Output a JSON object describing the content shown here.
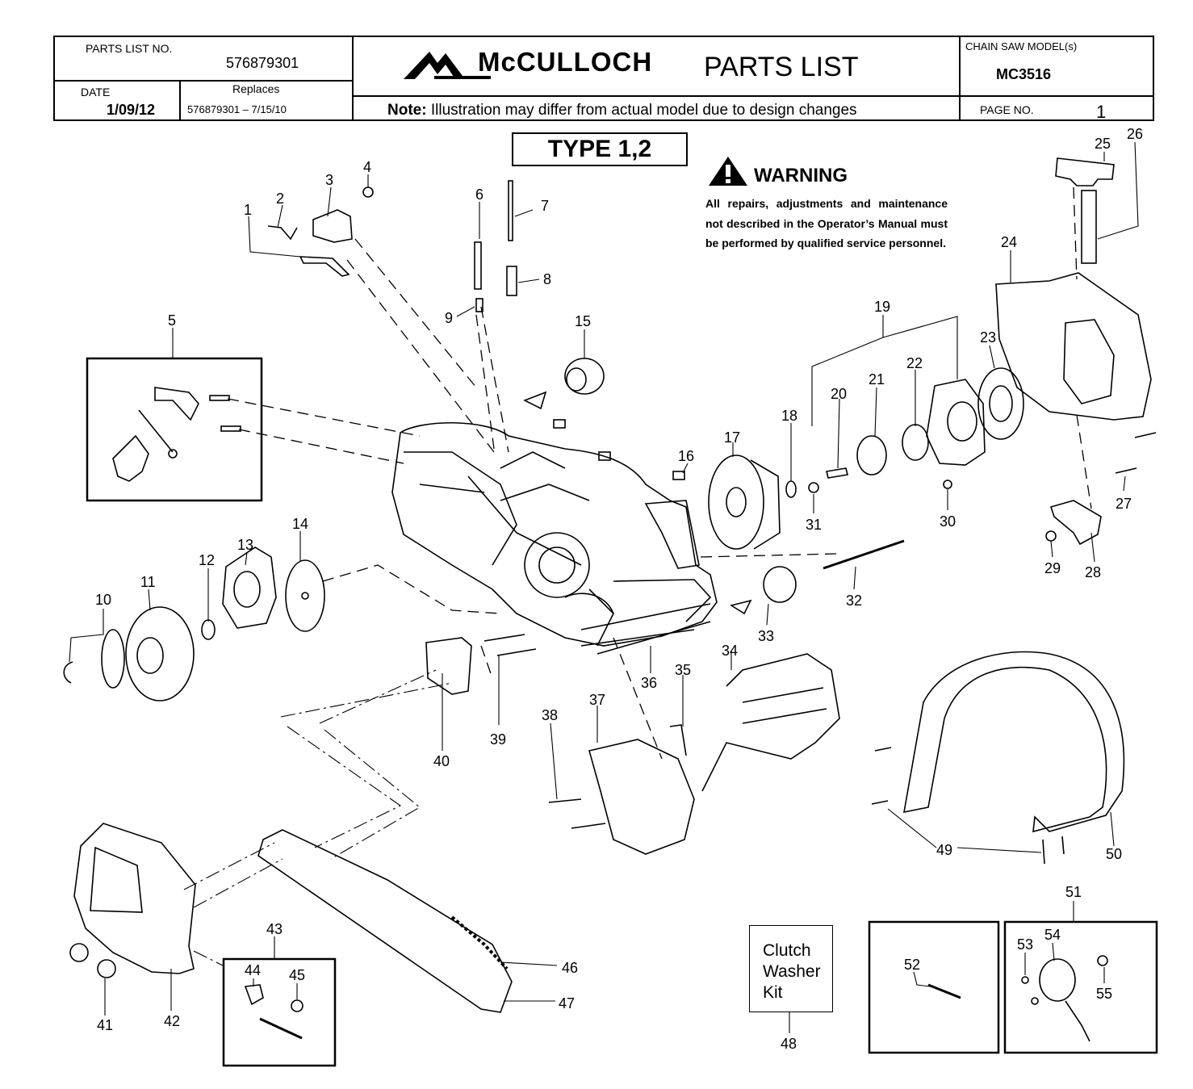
{
  "header": {
    "parts_list_no_label": "PARTS LIST NO.",
    "parts_list_no": "576879301",
    "date_label": "DATE",
    "date": "1/09/12",
    "replaces_label": "Replaces",
    "replaces": "576879301 – 7/15/10",
    "brand": "McCULLOCH",
    "title": "PARTS LIST",
    "note_label": "Note:",
    "note": "Illustration may differ from actual model due to design changes",
    "model_label": "CHAIN SAW MODEL(s)",
    "model": "MC3516",
    "page_label": "PAGE  NO.",
    "page_no": "1"
  },
  "type_box": "TYPE 1,2",
  "warning": {
    "title": "WARNING",
    "text": "All repairs, adjustments and maintenance not described in the Operator’s Manual must be performed by qualified service personnel."
  },
  "kit": {
    "line1": "Clutch",
    "line2": "Washer",
    "line3": "Kit"
  },
  "callouts": [
    "1",
    "2",
    "3",
    "4",
    "5",
    "6",
    "7",
    "8",
    "9",
    "10",
    "11",
    "12",
    "13",
    "14",
    "15",
    "16",
    "17",
    "18",
    "19",
    "20",
    "21",
    "22",
    "23",
    "24",
    "25",
    "26",
    "27",
    "28",
    "29",
    "30",
    "31",
    "32",
    "33",
    "34",
    "35",
    "36",
    "37",
    "38",
    "39",
    "40",
    "41",
    "42",
    "43",
    "44",
    "45",
    "46",
    "47",
    "48",
    "49",
    "50",
    "51",
    "52",
    "53",
    "54",
    "55"
  ]
}
